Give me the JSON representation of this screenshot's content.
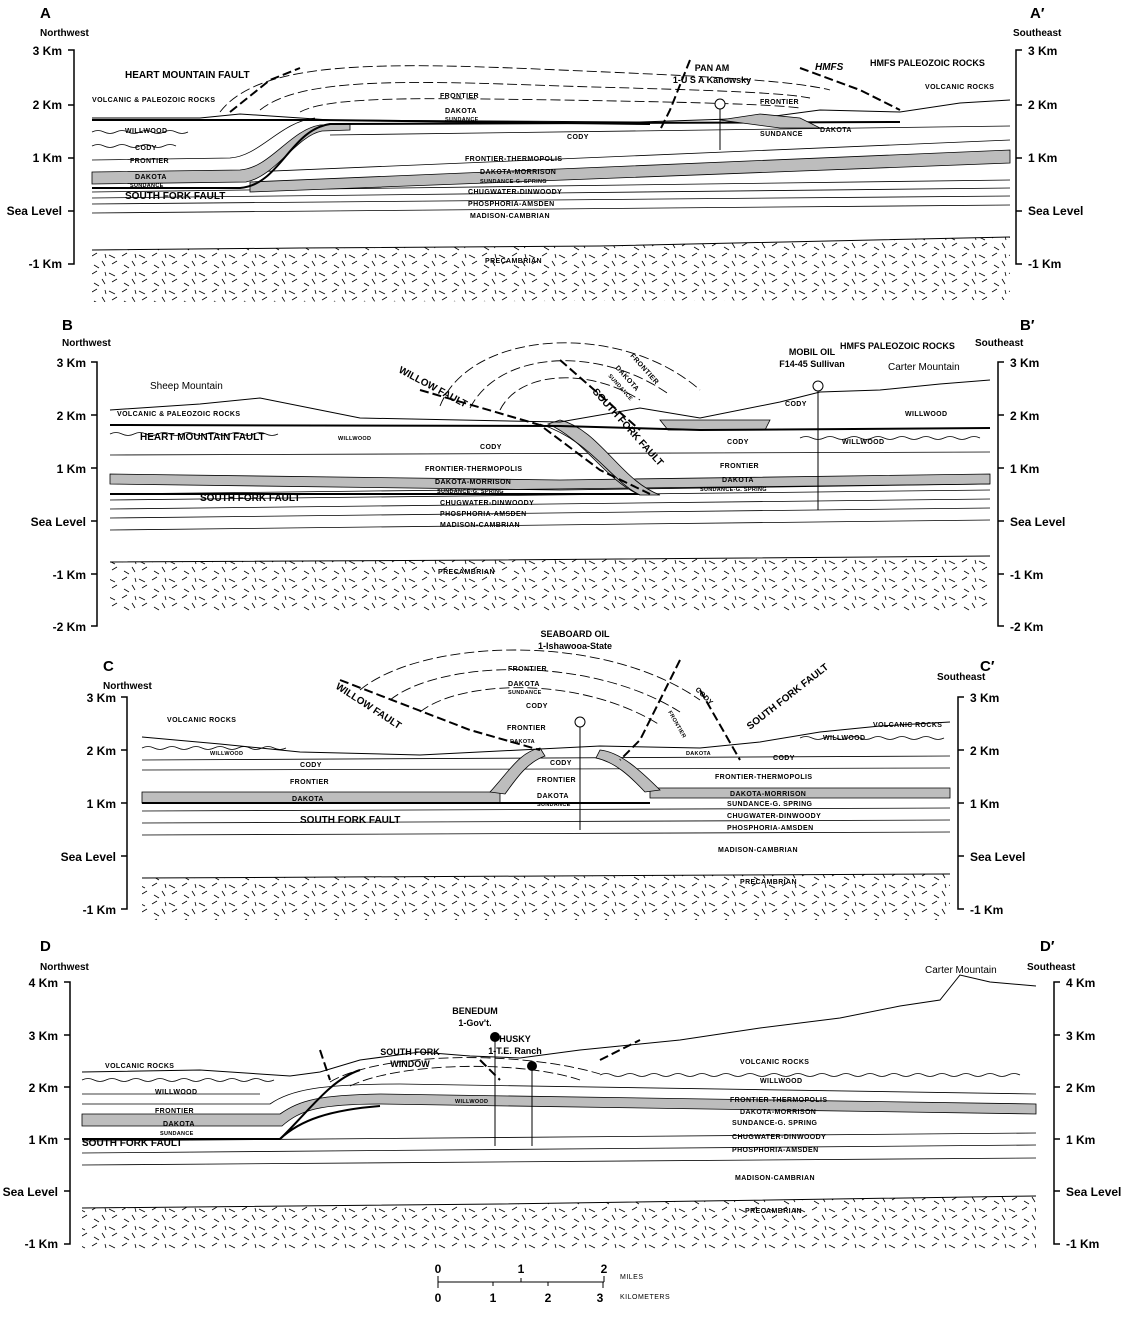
{
  "axis_units": [
    "3 Km",
    "2 Km",
    "1 Km",
    "Sea Level",
    "-1 Km"
  ],
  "sections": {
    "a": {
      "letter_left": "A",
      "letter_right": "A′",
      "left": "Northwest",
      "right": "Southeast",
      "labels": {
        "heart_mountain_fault": "HEART MOUNTAIN FAULT",
        "volcanic_paleozoic": "VOLCANIC & PALEOZOIC ROCKS",
        "willwood": "WILLWOOD",
        "cody": "CODY",
        "frontier_left": "FRONTIER",
        "dakota": "DAKOTA",
        "sundance": "SUNDANCE",
        "south_fork_fault": "SOUTH FORK FAULT",
        "frontier_top": "FRONTIER",
        "dakota_top": "DAKOTA",
        "sundance_top": "SUNDANCE",
        "cody_mid": "CODY",
        "frontier_thermopolis": "FRONTIER-THERMOPOLIS",
        "dakota_morrison": "DAKOTA-MORRISON",
        "sundance_gspring": "SUNDANCE-G. SPRING",
        "chugwater": "CHUGWATER-DINWOODY",
        "phosphoria": "PHOSPHORIA-AMSDEN",
        "madison": "MADISON-CAMBRIAN",
        "precambrian": "PRECAMBRIAN",
        "well_line1": "PAN AM",
        "well_line2": "1-U S A Kanowsky",
        "hmfs": "HMFS",
        "hmfs_paleozoic": "HMFS PALEOZOIC ROCKS",
        "volcanic_right": "VOLCANIC ROCKS",
        "frontier_right": "FRONTIER",
        "sundance_right": "SUNDANCE",
        "dakota_right": "DAKOTA"
      }
    },
    "b": {
      "letter_left": "B",
      "letter_right": "B′",
      "left": "Northwest",
      "right": "Southeast",
      "extra_unit": "-2 Km",
      "labels": {
        "sheep_mountain": "Sheep Mountain",
        "volcanic_paleozoic": "VOLCANIC & PALEOZOIC ROCKS",
        "heart_mountain_fault": "HEART MOUNTAIN FAULT",
        "willwood_small": "WILLWOOD",
        "willow_fault": "WILLOW FAULT",
        "south_fork_fault_top": "SOUTH FORK FAULT",
        "frontier_top": "FRONTIER",
        "dakota_top": "DAKOTA",
        "sundance_top": "SUNDANCE",
        "cody_left": "CODY",
        "frontier_thermopolis": "FRONTIER-THERMOPOLIS",
        "dakota_morrison": "DAKOTA-MORRISON",
        "sundance_gspring": "SUNDANCE-G. SPRING",
        "south_fork_fault": "SOUTH FORK FAULT",
        "chugwater": "CHUGWATER-DINWOODY",
        "phosphoria": "PHOSPHORIA-AMSDEN",
        "madison": "MADISON-CAMBRIAN",
        "precambrian": "PRECAMBRIAN",
        "well_line1": "MOBIL OIL",
        "well_line2": "F14-45 Sullivan",
        "hmfs_paleozoic": "HMFS PALEOZOIC ROCKS",
        "carter_mountain": "Carter Mountain",
        "cody_well": "CODY",
        "willwood_right": "WILLWOOD",
        "willwood_right2": "WILLWOOD",
        "cody_right": "CODY",
        "frontier_right": "FRONTIER",
        "dakota_right": "DAKOTA",
        "sundance_gspring_right": "SUNDANCE-G. SPRING"
      }
    },
    "c": {
      "letter_left": "C",
      "letter_right": "C′",
      "left": "Northwest",
      "right": "Southeast",
      "labels": {
        "well_line1": "SEABOARD OIL",
        "well_line2": "1-Ishawooa-State",
        "volcanic_left": "VOLCANIC ROCKS",
        "willwood_left": "WILLWOOD",
        "cody_left": "CODY",
        "frontier_left": "FRONTIER",
        "dakota_left": "DAKOTA",
        "south_fork_fault": "SOUTH FORK FAULT",
        "willow_fault": "WILLOW FAULT",
        "frontier_top": "FRONTIER",
        "dakota_top": "DAKOTA",
        "sundance_top": "SUNDANCE",
        "cody_top": "CODY",
        "frontier_core": "FRONTIER",
        "dakota_core": "DAKOTA",
        "cody_core": "CODY",
        "frontier_core2": "FRONTIER",
        "dakota_core2": "DAKOTA",
        "sundance_core": "SUNDANCE",
        "frontier_steep": "FRONTIER",
        "cody_steep": "CODY",
        "dakota_steep": "DAKOTA",
        "south_fork_fault_right": "SOUTH FORK FAULT",
        "volcanic_right": "VOLCANIC ROCKS",
        "willwood_right": "WILLWOOD",
        "cody_right": "CODY",
        "frontier_thermopolis": "FRONTIER-THERMOPOLIS",
        "dakota_morrison": "DAKOTA-MORRISON",
        "sundance_gspring": "SUNDANCE-G. SPRING",
        "chugwater": "CHUGWATER-DINWOODY",
        "phosphoria": "PHOSPHORIA-AMSDEN",
        "madison": "MADISON-CAMBRIAN",
        "precambrian": "PRECAMBRIAN"
      }
    },
    "d": {
      "letter_left": "D",
      "letter_right": "D′",
      "left": "Northwest",
      "right": "Southeast",
      "top_unit": "4 Km",
      "labels": {
        "volcanic_left": "VOLCANIC ROCKS",
        "willwood_left": "WILLWOOD",
        "frontier_left": "FRONTIER",
        "dakota_left": "DAKOTA",
        "sundance_left": "SUNDANCE",
        "south_fork_fault": "SOUTH FORK FAULT",
        "window_line1": "SOUTH FORK",
        "window_line2": "WINDOW",
        "willwood_window": "WILLWOOD",
        "well1_line1": "BENEDUM",
        "well1_line2": "1-Gov't.",
        "well2_line1": "HUSKY",
        "well2_line2": "1-T.E. Ranch",
        "carter_mountain": "Carter Mountain",
        "volcanic_right": "VOLCANIC ROCKS",
        "willwood_right": "WILLWOOD",
        "frontier_thermopolis": "FRONTIER-THERMOPOLIS",
        "dakota_morrison": "DAKOTA-MORRISON",
        "sundance_gspring": "SUNDANCE-G. SPRING",
        "chugwater": "CHUGWATER-DINWOODY",
        "phosphoria": "PHOSPHORIA-AMSDEN",
        "madison": "MADISON-CAMBRIAN",
        "precambrian": "PRECAMBRIAN"
      }
    }
  },
  "scale_bar": {
    "miles_ticks": [
      "0",
      "1",
      "2"
    ],
    "miles_label": "MILES",
    "km_ticks": [
      "0",
      "1",
      "2",
      "3"
    ],
    "km_label": "KILOMETERS"
  }
}
